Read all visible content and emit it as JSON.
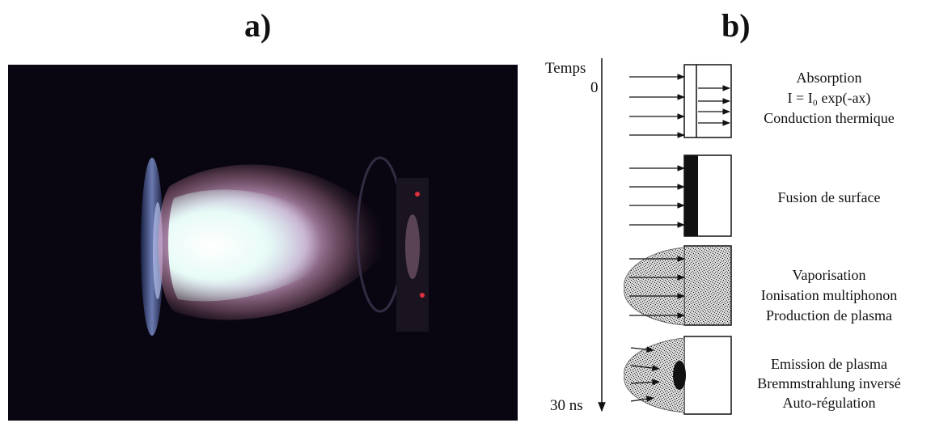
{
  "labels": {
    "a": "a)",
    "b": "b)"
  },
  "time_axis": {
    "top": "Temps",
    "start": "0",
    "end": "30 ns"
  },
  "stages": [
    {
      "lines": [
        "Absorption",
        "I = I₀ exp(-ax)",
        "Conduction thermique"
      ]
    },
    {
      "lines": [
        "Fusion de surface"
      ]
    },
    {
      "lines": [
        "Vaporisation",
        "Ionisation multiphonon",
        "Production de plasma"
      ]
    },
    {
      "lines": [
        "Emission de plasma",
        "Bremmstrahlung inversé",
        "Auto-régulation"
      ]
    }
  ]
}
